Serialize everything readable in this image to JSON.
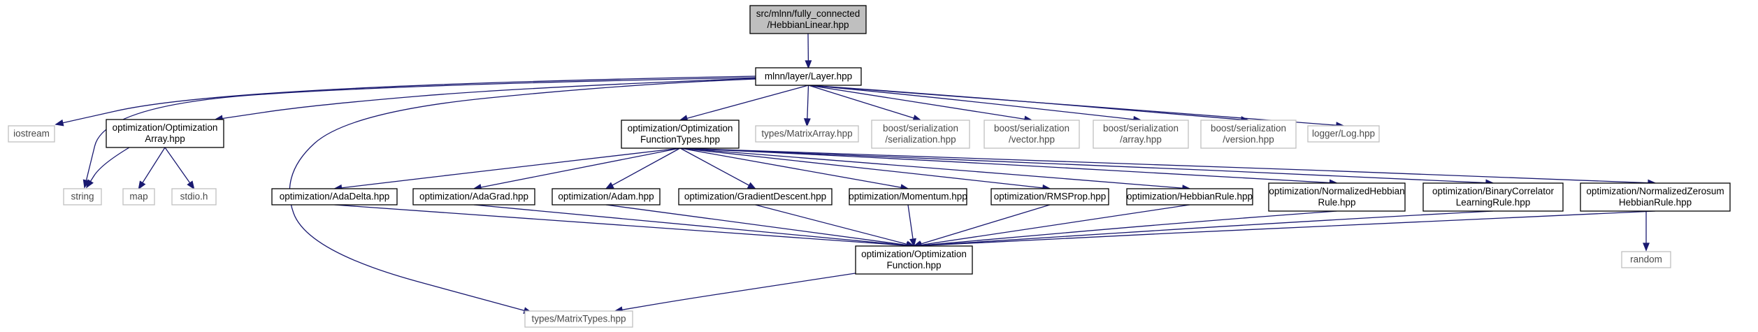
{
  "diagram": {
    "colors": {
      "edge": "#191970",
      "root_fill": "#bfbfbf",
      "node_border": "#000000",
      "external_border": "#bfbfbf",
      "external_text": "#4a4a4a"
    },
    "nodes": [
      {
        "id": "hebbianlinear",
        "style": "root",
        "lines": [
          "src/mlnn/fully_connected",
          "/HebbianLinear.hpp"
        ]
      },
      {
        "id": "layer",
        "style": "primary",
        "lines": [
          "mlnn/layer/Layer.hpp"
        ]
      },
      {
        "id": "iostream",
        "style": "external",
        "lines": [
          "iostream"
        ]
      },
      {
        "id": "string",
        "style": "external",
        "lines": [
          "string"
        ]
      },
      {
        "id": "optarray",
        "style": "primary",
        "lines": [
          "optimization/Optimization",
          "Array.hpp"
        ]
      },
      {
        "id": "map",
        "style": "external",
        "lines": [
          "map"
        ]
      },
      {
        "id": "stdio",
        "style": "external",
        "lines": [
          "stdio.h"
        ]
      },
      {
        "id": "optfunctypes",
        "style": "primary",
        "lines": [
          "optimization/Optimization",
          "FunctionTypes.hpp"
        ]
      },
      {
        "id": "matrixarray",
        "style": "external",
        "lines": [
          "types/MatrixArray.hpp"
        ]
      },
      {
        "id": "bserialization",
        "style": "external",
        "lines": [
          "boost/serialization",
          "/serialization.hpp"
        ]
      },
      {
        "id": "bvector",
        "style": "external",
        "lines": [
          "boost/serialization",
          "/vector.hpp"
        ]
      },
      {
        "id": "barray",
        "style": "external",
        "lines": [
          "boost/serialization",
          "/array.hpp"
        ]
      },
      {
        "id": "bversion",
        "style": "external",
        "lines": [
          "boost/serialization",
          "/version.hpp"
        ]
      },
      {
        "id": "log",
        "style": "external",
        "lines": [
          "logger/Log.hpp"
        ]
      },
      {
        "id": "adadelta",
        "style": "primary",
        "lines": [
          "optimization/AdaDelta.hpp"
        ]
      },
      {
        "id": "adagrad",
        "style": "primary",
        "lines": [
          "optimization/AdaGrad.hpp"
        ]
      },
      {
        "id": "adam",
        "style": "primary",
        "lines": [
          "optimization/Adam.hpp"
        ]
      },
      {
        "id": "graddesc",
        "style": "primary",
        "lines": [
          "optimization/GradientDescent.hpp"
        ]
      },
      {
        "id": "momentum",
        "style": "primary",
        "lines": [
          "optimization/Momentum.hpp"
        ]
      },
      {
        "id": "rmsprop",
        "style": "primary",
        "lines": [
          "optimization/RMSProp.hpp"
        ]
      },
      {
        "id": "hebbrule",
        "style": "primary",
        "lines": [
          "optimization/HebbianRule.hpp"
        ]
      },
      {
        "id": "normhebb",
        "style": "primary",
        "lines": [
          "optimization/NormalizedHebbian",
          "Rule.hpp"
        ]
      },
      {
        "id": "bincorr",
        "style": "primary",
        "lines": [
          "optimization/BinaryCorrelator",
          "LearningRule.hpp"
        ]
      },
      {
        "id": "normzero",
        "style": "primary",
        "lines": [
          "optimization/NormalizedZerosum",
          "HebbianRule.hpp"
        ]
      },
      {
        "id": "random",
        "style": "external",
        "lines": [
          "random"
        ]
      },
      {
        "id": "optfunc",
        "style": "primary",
        "lines": [
          "optimization/Optimization",
          "Function.hpp"
        ]
      },
      {
        "id": "matrixtypes",
        "style": "external",
        "lines": [
          "types/MatrixTypes.hpp"
        ]
      }
    ],
    "edges": [
      [
        "hebbianlinear",
        "layer"
      ],
      [
        "layer",
        "iostream"
      ],
      [
        "layer",
        "string"
      ],
      [
        "layer",
        "optarray"
      ],
      [
        "layer",
        "optfunctypes"
      ],
      [
        "layer",
        "matrixarray"
      ],
      [
        "layer",
        "bserialization"
      ],
      [
        "layer",
        "bvector"
      ],
      [
        "layer",
        "barray"
      ],
      [
        "layer",
        "bversion"
      ],
      [
        "layer",
        "log"
      ],
      [
        "layer",
        "matrixtypes"
      ],
      [
        "optarray",
        "string"
      ],
      [
        "optarray",
        "map"
      ],
      [
        "optarray",
        "stdio"
      ],
      [
        "optfunctypes",
        "adadelta"
      ],
      [
        "optfunctypes",
        "adagrad"
      ],
      [
        "optfunctypes",
        "adam"
      ],
      [
        "optfunctypes",
        "graddesc"
      ],
      [
        "optfunctypes",
        "momentum"
      ],
      [
        "optfunctypes",
        "rmsprop"
      ],
      [
        "optfunctypes",
        "hebbrule"
      ],
      [
        "optfunctypes",
        "normhebb"
      ],
      [
        "optfunctypes",
        "bincorr"
      ],
      [
        "optfunctypes",
        "normzero"
      ],
      [
        "adadelta",
        "optfunc"
      ],
      [
        "adagrad",
        "optfunc"
      ],
      [
        "adam",
        "optfunc"
      ],
      [
        "graddesc",
        "optfunc"
      ],
      [
        "momentum",
        "optfunc"
      ],
      [
        "rmsprop",
        "optfunc"
      ],
      [
        "hebbrule",
        "optfunc"
      ],
      [
        "normhebb",
        "optfunc"
      ],
      [
        "bincorr",
        "optfunc"
      ],
      [
        "normzero",
        "optfunc"
      ],
      [
        "normzero",
        "random"
      ],
      [
        "optfunc",
        "matrixtypes"
      ]
    ]
  }
}
